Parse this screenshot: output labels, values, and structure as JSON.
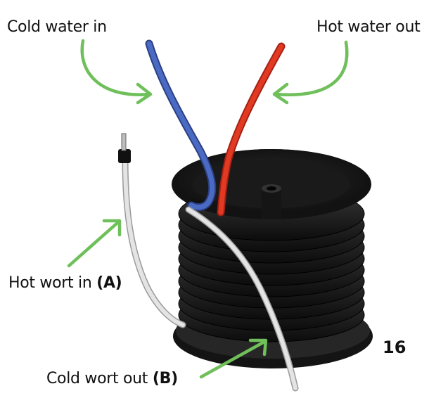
{
  "labels": {
    "cold_water_in": "Cold water in",
    "hot_water_out": "Hot water out",
    "hot_wort_in": "Hot wort in",
    "hot_wort_in_marker": "(A)",
    "cold_wort_out": "Cold wort out",
    "cold_wort_out_marker": "(B)"
  },
  "page_number": "16",
  "colors": {
    "arrow": "#6fbf5a",
    "cold_pipe": "#3f5fb0",
    "hot_pipe": "#d8321e",
    "coil": "#1c1c1c",
    "wort_tube": "#d9d9d9"
  }
}
